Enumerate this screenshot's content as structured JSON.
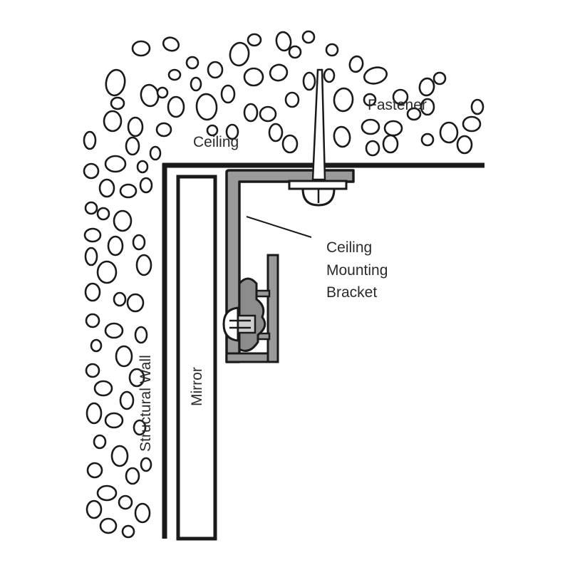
{
  "labels": {
    "ceiling": "Ceiling",
    "fastener": "Fastener",
    "bracket_line1": "Ceiling",
    "bracket_line2": "Mounting",
    "bracket_line3": "Bracket",
    "structural_wall": "Structural Wall",
    "mirror": "Mirror"
  },
  "colors": {
    "line": "#1a1a1a",
    "bracket_fill": "#9a9a9a",
    "clip_fill": "#8c8c8c",
    "background": "#ffffff"
  }
}
